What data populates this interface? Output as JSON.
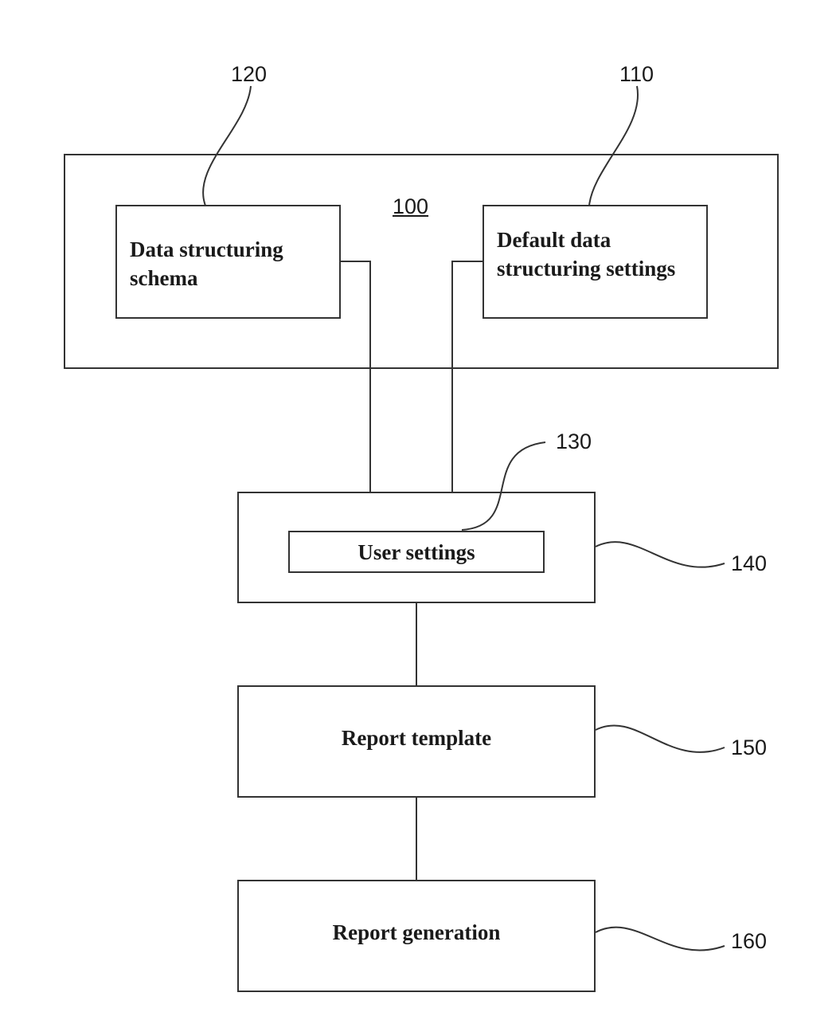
{
  "diagram": {
    "system_box": {
      "ref": "100"
    },
    "schema_box": {
      "label_line1": "Data structuring",
      "label_line2": "schema",
      "ref": "120"
    },
    "defaults_box": {
      "label_line1": "Default data",
      "label_line2": "structuring settings",
      "ref": "110"
    },
    "user_box": {
      "ref": "140",
      "inner_ref": "130",
      "inner_label": "User settings"
    },
    "template_box": {
      "label": "Report template",
      "ref": "150"
    },
    "generation_box": {
      "label": "Report generation",
      "ref": "160"
    },
    "colors": {
      "stroke": "#333333",
      "text": "#1a1a1a",
      "background": "#ffffff"
    }
  }
}
